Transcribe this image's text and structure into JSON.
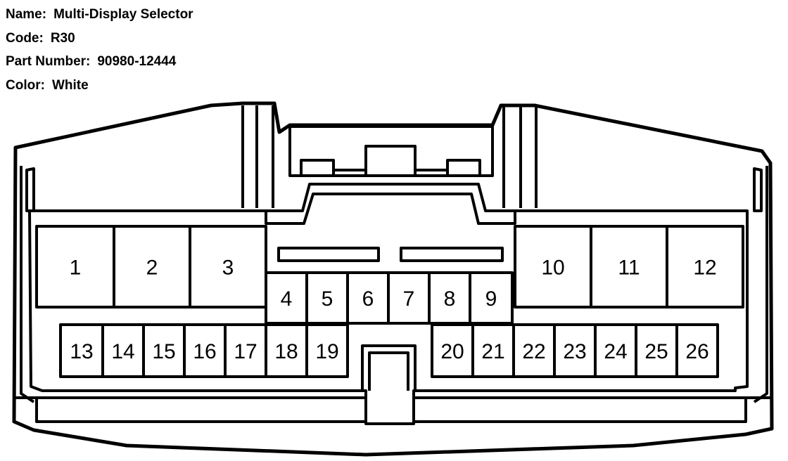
{
  "info": {
    "name_label": "Name:",
    "name_value": "Multi-Display Selector",
    "code_label": "Code:",
    "code_value": "R30",
    "part_label": "Part Number:",
    "part_value": "90980-12444",
    "color_label": "Color:",
    "color_value": "White"
  },
  "connector": {
    "pins": [
      {
        "num": "1"
      },
      {
        "num": "2"
      },
      {
        "num": "3"
      },
      {
        "num": "4"
      },
      {
        "num": "5"
      },
      {
        "num": "6"
      },
      {
        "num": "7"
      },
      {
        "num": "8"
      },
      {
        "num": "9"
      },
      {
        "num": "10"
      },
      {
        "num": "11"
      },
      {
        "num": "12"
      },
      {
        "num": "13"
      },
      {
        "num": "14"
      },
      {
        "num": "15"
      },
      {
        "num": "16"
      },
      {
        "num": "17"
      },
      {
        "num": "18"
      },
      {
        "num": "19"
      },
      {
        "num": "20"
      },
      {
        "num": "21"
      },
      {
        "num": "22"
      },
      {
        "num": "23"
      },
      {
        "num": "24"
      },
      {
        "num": "25"
      },
      {
        "num": "26"
      }
    ]
  }
}
